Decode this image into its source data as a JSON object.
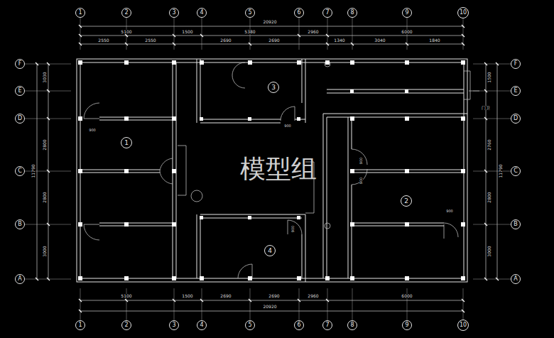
{
  "diagram": {
    "nodes": [
      {
        "text": [
          "1"
        ]
      },
      {
        "text": [
          "2"
        ]
      },
      {
        "text": [
          "3"
        ]
      },
      {
        "text": [
          "4"
        ]
      },
      {
        "text": [
          "5"
        ]
      },
      {
        "text": [
          "6"
        ]
      },
      {
        "text": [
          "7"
        ]
      },
      {
        "text": [
          "8"
        ]
      },
      {
        "text": [
          "9"
        ]
      },
      {
        "text": [
          "10"
        ]
      },
      {
        "text": [
          "F"
        ]
      },
      {
        "text": [
          "E"
        ]
      },
      {
        "text": [
          "D"
        ]
      },
      {
        "text": [
          "C"
        ]
      },
      {
        "text": [
          "B"
        ]
      },
      {
        "text": [
          "A"
        ]
      },
      {
        "text": [
          "F"
        ]
      },
      {
        "text": [
          "E"
        ]
      },
      {
        "text": [
          "D"
        ]
      },
      {
        "text": [
          "C"
        ]
      },
      {
        "text": [
          "B"
        ]
      },
      {
        "text": [
          "A"
        ]
      },
      {
        "text": [
          "3"
        ]
      },
      {
        "text": [
          "1"
        ]
      },
      {
        "text": [
          "2"
        ]
      },
      {
        "text": [
          "4"
        ]
      },
      {
        "text": [
          "1"
        ]
      },
      {
        "text": [
          "2"
        ]
      },
      {
        "text": [
          "3"
        ]
      },
      {
        "text": [
          "4"
        ]
      },
      {
        "text": [
          "5"
        ]
      },
      {
        "text": [
          "6"
        ]
      },
      {
        "text": [
          "7"
        ]
      },
      {
        "text": [
          "8"
        ]
      },
      {
        "text": [
          "9"
        ]
      },
      {
        "text": [
          "10"
        ]
      }
    ],
    "labels": [
      "20920",
      "5100",
      "1500",
      "5380",
      "2960",
      "6000",
      "2550",
      "2550",
      "2690",
      "2690",
      "1340",
      "3040",
      "1840",
      "5100",
      "1500",
      "2690",
      "2690",
      "2960",
      "6000",
      "20920",
      "3030",
      "2800",
      "2800",
      "3000",
      "11790",
      "1500",
      "2760",
      "2800",
      "3000",
      "11790",
      "900",
      "900",
      "900",
      "900",
      "900",
      "门卫",
      "模型组",
      "900"
    ]
  }
}
